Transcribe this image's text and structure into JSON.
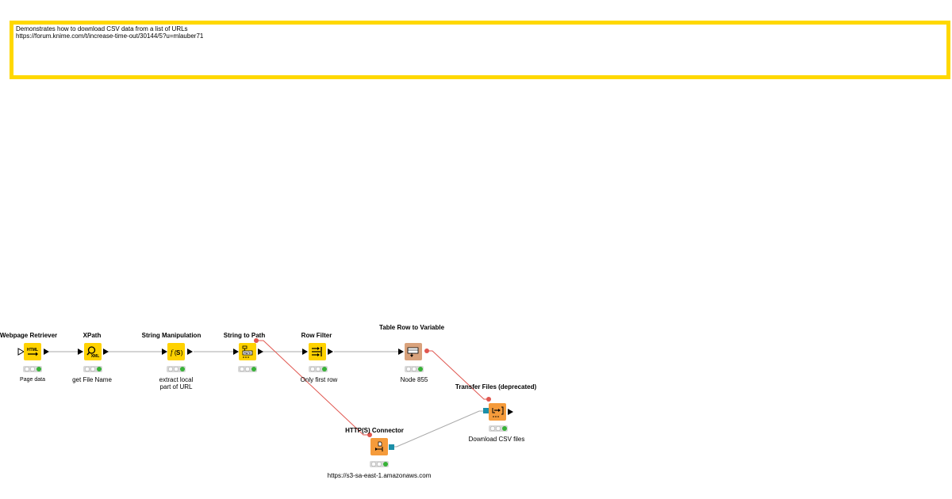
{
  "annotation": {
    "line1": "Demonstrates how to download CSV data from a list of URLs",
    "line2": "https://forum.knime.com/t/increase-time-out/30144/5?u=mlauber71"
  },
  "nodes": {
    "webpage_retriever": {
      "title": "Webpage Retriever",
      "caption": "Page data",
      "icon": "html-download-icon",
      "status": [
        "idle",
        "idle",
        "executed"
      ]
    },
    "xpath": {
      "title": "XPath",
      "caption": "get File Name",
      "icon": "xml-search-icon",
      "status": [
        "idle",
        "idle",
        "executed"
      ]
    },
    "string_manipulation": {
      "title": "String Manipulation",
      "caption": "extract local\npart of URL",
      "icon": "string-function-icon",
      "status": [
        "idle",
        "idle",
        "executed"
      ]
    },
    "string_to_path": {
      "title": "String to Path",
      "caption": "",
      "icon": "path-icon",
      "status": [
        "idle",
        "idle",
        "executed"
      ]
    },
    "row_filter": {
      "title": "Row Filter",
      "caption": "Only first row",
      "icon": "filter-icon",
      "status": [
        "idle",
        "idle",
        "executed"
      ]
    },
    "table_row_to_variable": {
      "title": "Table Row\nto Variable",
      "caption": "Node 855",
      "icon": "variable-icon",
      "status": [
        "idle",
        "idle",
        "executed"
      ]
    },
    "transfer_files": {
      "title": "Transfer Files\n(deprecated)",
      "caption": "Download CSV files",
      "icon": "transfer-icon",
      "status": [
        "idle",
        "idle",
        "executed"
      ]
    },
    "http_connector": {
      "title": "HTTP(S) Connector",
      "caption": "https://s3-sa-east-1.amazonaws.com",
      "icon": "connector-icon",
      "status": [
        "idle",
        "idle",
        "executed"
      ]
    }
  },
  "colors": {
    "annotation_border": "#ffd800",
    "source_node": "#ffd200",
    "io_node": "#f59b3b",
    "variable_node": "#d9a27c",
    "data_wire": "#a9a9a9",
    "variable_wire": "#e0564f",
    "connection_port": "#1c8fa8",
    "executed_light": "#38b238"
  }
}
